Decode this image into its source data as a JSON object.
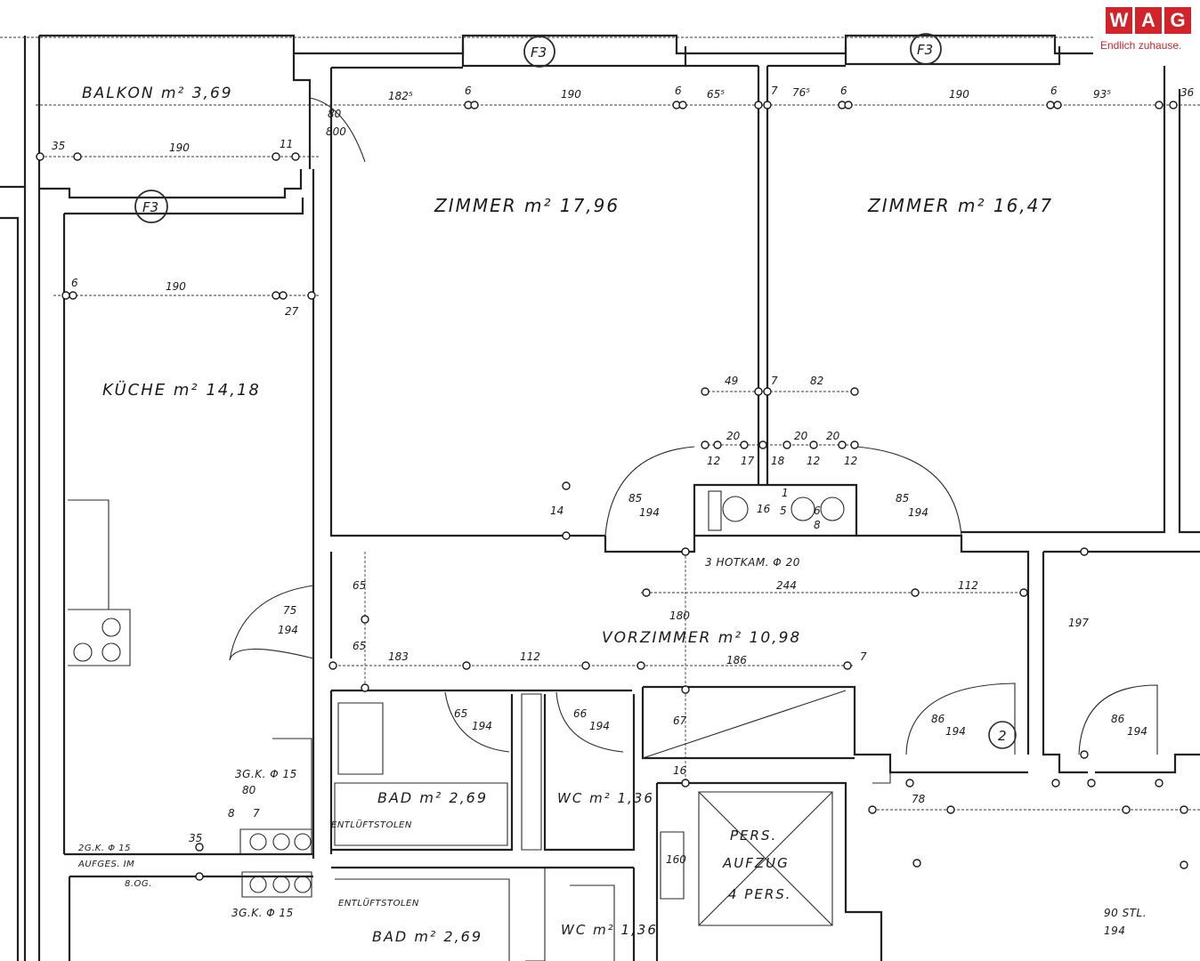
{
  "logo": {
    "letters": [
      "W",
      "A",
      "G"
    ],
    "tagline": "Endlich zuhause.",
    "brand_color": "#d2232a"
  },
  "rooms": {
    "balkon": "BALKON m² 3,69",
    "zimmer1": "ZIMMER m² 17,96",
    "zimmer2": "ZIMMER m² 16,47",
    "kueche": "KÜCHE m² 14,18",
    "vorzimmer": "VORZIMMER m² 10,98",
    "bad1": "BAD m² 2,69",
    "bad2": "BAD m² 2,69",
    "wc1": "WC m² 1,36",
    "wc2": "WC m² 1,36",
    "aufzug": [
      "PERS.",
      "AUFZUG",
      "4 PERS."
    ]
  },
  "markers": {
    "window_type": "F3",
    "door_number": "2"
  },
  "notes": {
    "kamin": "3 HOTKAM. Φ 20",
    "entlueftung1": "ENTLÜFTSTOLEN",
    "entlueftung2": "ENTLÜFTSTOLEN",
    "strang1": "3G.K. Φ 15",
    "strang2": "3G.K. Φ 15",
    "strang3": "2G.K. Φ 15",
    "aufges": "AUFGES. IM",
    "aufges_floor": "8.OG.",
    "stufen": "90 STL.",
    "stufen_val": "194"
  },
  "dimensions": {
    "d190a": "190",
    "d190b": "190",
    "d190c": "190",
    "d190d": "190",
    "d35": "35",
    "d11": "11",
    "d6a": "6",
    "d6b": "6",
    "d6c": "6",
    "d6d": "6",
    "d6e": "6",
    "d80": "80",
    "d800": "800",
    "d1825": "182⁵",
    "d655": "65⁵",
    "d7a": "7",
    "d765": "76⁵",
    "d935": "93⁵",
    "d36": "36",
    "d27": "27",
    "d49": "49",
    "d7b": "7",
    "d82": "82",
    "d20a": "20",
    "d20b": "20",
    "d20c": "20",
    "d12": "12",
    "d17": "17",
    "d18": "18",
    "d12b": "12",
    "d12c": "12",
    "d85a": "85",
    "d194a": "194",
    "d85b": "85",
    "d194b": "194",
    "d14": "14",
    "d16": "16",
    "d1": "1",
    "d5": "5",
    "d6f": "6",
    "d8": "8",
    "d65a": "65",
    "d65b": "65",
    "d75": "75",
    "d194c": "194",
    "d244": "244",
    "d112a": "112",
    "d112b": "112",
    "d183": "183",
    "d186": "186",
    "d7c": "7",
    "d180": "180",
    "d65c": "65",
    "d194d": "194",
    "d66": "66",
    "d194e": "194",
    "d67": "67",
    "d197": "197",
    "d86a": "86",
    "d194f": "194",
    "d86b": "86",
    "d194g": "194",
    "d78": "78",
    "d16b": "16",
    "d160": "160",
    "d80b": "80",
    "d8b": "8",
    "d7d": "7",
    "d35b": "35"
  }
}
